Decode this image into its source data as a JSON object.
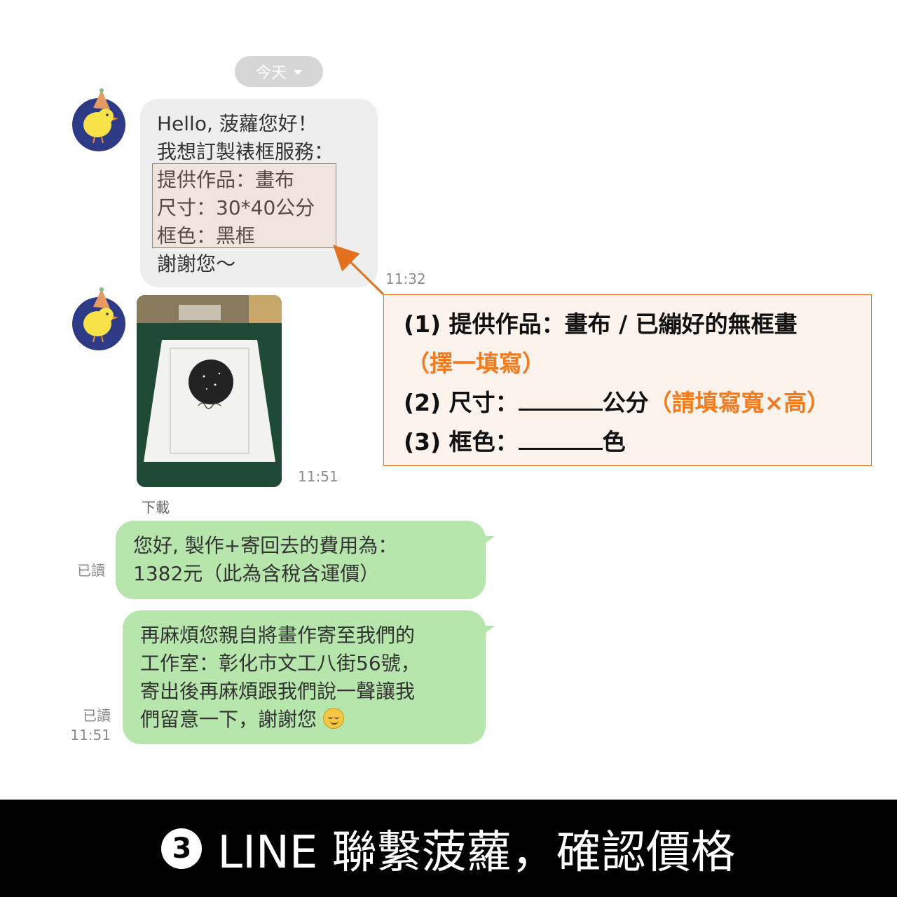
{
  "date_pill": {
    "label": "今天"
  },
  "message1": {
    "lines": [
      "Hello, 菠蘿您好！",
      "我想訂製裱框服務：",
      "提供作品：畫布",
      "尺寸：30*40公分",
      "框色：黑框",
      "謝謝您～"
    ],
    "time": "11:32"
  },
  "message2": {
    "time": "11:51",
    "download_label": "下載"
  },
  "reply1": {
    "lines": [
      "您好, 製作+寄回去的費用為：",
      "1382元（此為含稅含運價）"
    ],
    "read_label": "已讀"
  },
  "reply2": {
    "lines": [
      "再麻煩您親自將畫作寄至我們的",
      "工作室：彰化市文工八街56號，",
      "寄出後再麻煩跟我們說一聲讓我",
      "們留意一下，謝謝您"
    ],
    "read_label": "已讀",
    "time": "11:51"
  },
  "callout": {
    "line1": "(1) 提供作品：畫布 / 已繃好的無框畫",
    "line1_note": "（擇一填寫）",
    "line2_prefix": "(2) 尺寸：",
    "line2_unit": "公分",
    "line2_note": "（請填寫寬×高）",
    "line3_prefix": "(3) 框色：",
    "line3_unit": "色"
  },
  "footer": {
    "step": "3",
    "title": "LINE 聯繫菠蘿，確認價格"
  },
  "colors": {
    "accent": "#e2701e",
    "outgoing_bubble": "#b7e6ad",
    "incoming_bubble": "#eeeeee",
    "avatar_bg": "#2d3a86"
  }
}
